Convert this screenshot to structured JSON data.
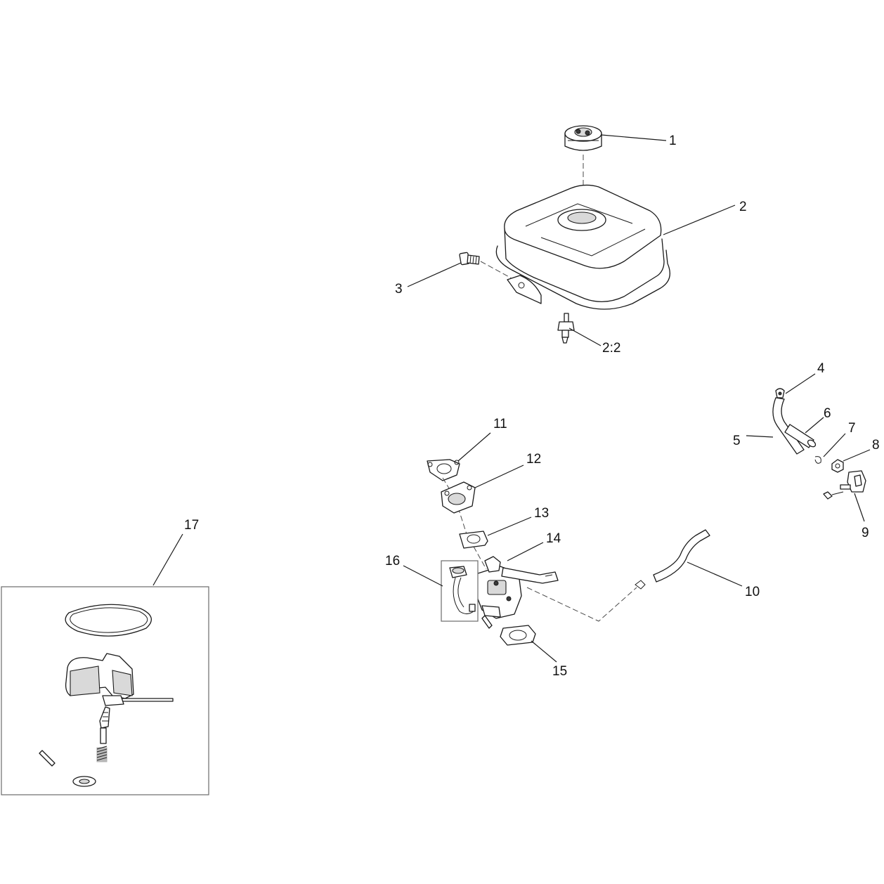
{
  "callouts": {
    "c1": "1",
    "c2": "2",
    "c2_2": "2:2",
    "c3": "3",
    "c4": "4",
    "c5": "5",
    "c6": "6",
    "c7": "7",
    "c8": "8",
    "c9": "9",
    "c10": "10",
    "c11": "11",
    "c12": "12",
    "c13": "13",
    "c14": "14",
    "c15": "15",
    "c16": "16",
    "c17": "17"
  }
}
